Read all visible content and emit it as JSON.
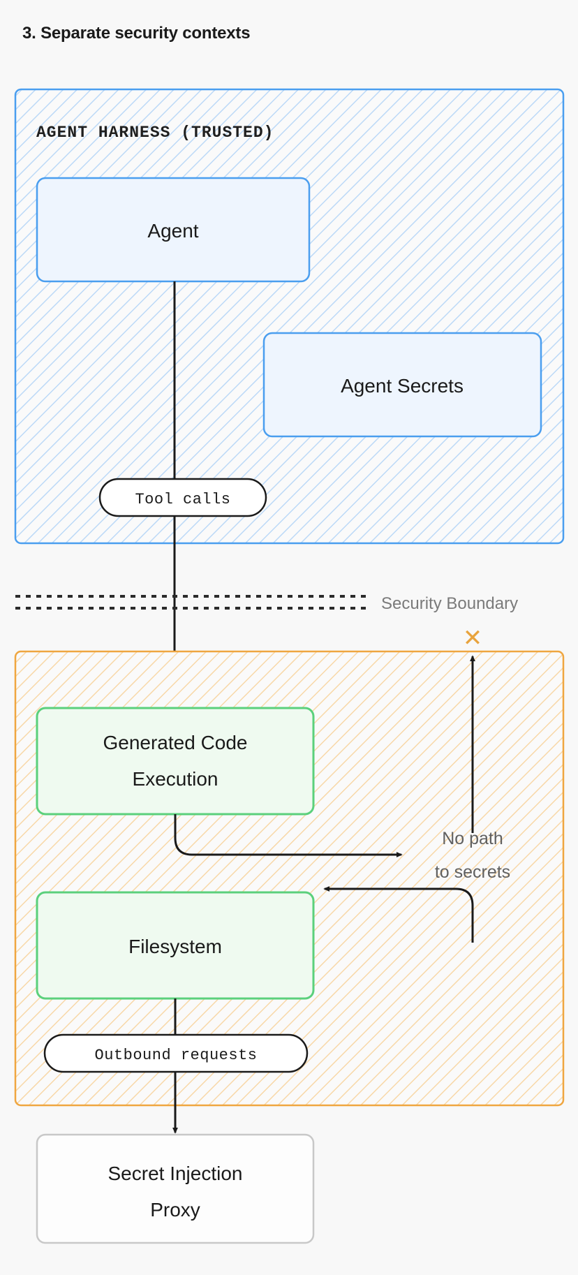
{
  "page": {
    "title": "3. Separate security contexts",
    "background_color": "#f8f8f8"
  },
  "colors": {
    "trusted_zone_border": "#4a9eef",
    "trusted_zone_hatch": "#bcd9f7",
    "trusted_node_border": "#4a9eef",
    "trusted_node_fill": "#eef5fe",
    "untrusted_zone_border": "#efa640",
    "untrusted_zone_hatch": "#f8d8a8",
    "sandbox_node_border": "#5bd07c",
    "sandbox_node_fill": "#effaf0",
    "neutral_node_border": "#c8c8c8",
    "neutral_node_fill": "#fdfdfd",
    "edge": "#1a1a1a",
    "boundary_line": "#2b2b2b",
    "boundary_label": "#7a7a7a",
    "note_text": "#606060",
    "x_mark": "#e8a33d"
  },
  "zones": [
    {
      "id": "trusted",
      "label": "AGENT HARNESS (TRUSTED)",
      "style": "hatched-blue"
    },
    {
      "id": "untrusted",
      "label": "",
      "style": "hatched-orange"
    }
  ],
  "nodes": [
    {
      "id": "agent",
      "label": "Agent",
      "zone": "trusted",
      "style": "blue"
    },
    {
      "id": "secrets",
      "label": "Agent Secrets",
      "zone": "trusted",
      "style": "blue"
    },
    {
      "id": "codeexec",
      "label_line1": "Generated Code",
      "label_line2": "Execution",
      "zone": "untrusted",
      "style": "green"
    },
    {
      "id": "filesystem",
      "label": "Filesystem",
      "zone": "untrusted",
      "style": "green"
    },
    {
      "id": "proxy",
      "label_line1": "Secret Injection",
      "label_line2": "Proxy",
      "zone": "none",
      "style": "grey"
    }
  ],
  "edge_pills": [
    {
      "id": "tool-calls",
      "label": "Tool calls"
    },
    {
      "id": "outbound-requests",
      "label": "Outbound requests"
    }
  ],
  "annotations": {
    "security_boundary": "Security Boundary",
    "no_path_line1": "No path",
    "no_path_line2": "to secrets",
    "blocked_mark": "✕"
  }
}
